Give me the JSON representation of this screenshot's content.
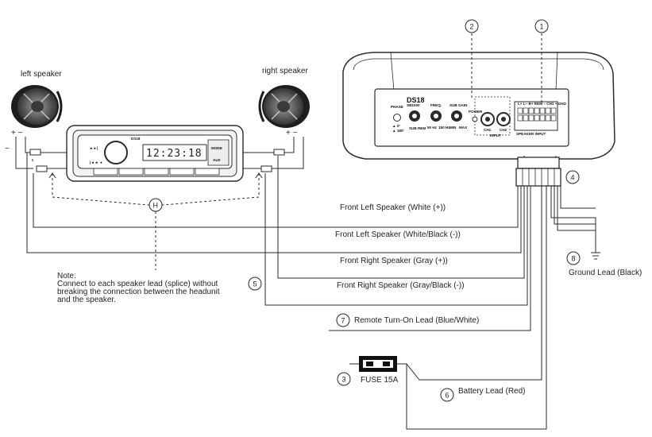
{
  "speakers": {
    "left_label": "left speaker",
    "right_label": "right speaker",
    "plus_minus": "+ −",
    "minus": "−"
  },
  "headunit": {
    "brand": "DS18",
    "clock": "12:23:18",
    "button_labels": [
      "►►|",
      "|◄◄",
      "●"
    ],
    "side_labels": [
      "MODE",
      "AUX"
    ]
  },
  "amplifier": {
    "brand": "DS18",
    "model": "SB1000",
    "controls": [
      "PHASE",
      "SUB REM",
      "FREQ.",
      "SUB GAIN",
      "POWER"
    ],
    "phase_values": [
      "▲ 0°",
      "▲ 180°"
    ],
    "freq_values": [
      "50 Hz",
      "150 Hz"
    ],
    "gain_values": [
      "MIN",
      "MAX"
    ],
    "input_labels": [
      "CH1",
      "CH2",
      "INPUT"
    ],
    "speaker_input_label": "SPEAKER INPUT",
    "connector_header": "L+ L− B+ REM − CH1 + GND"
  },
  "markers": {
    "h": "H",
    "callouts": [
      "1",
      "2",
      "3",
      "4",
      "5",
      "6",
      "7",
      "8"
    ]
  },
  "wires": {
    "front_left_pos": "Front Left Speaker (White (+))",
    "front_left_neg": "Front Left Speaker (White/Black (-))",
    "front_right_pos": "Front Right Speaker (Gray (+))",
    "front_right_neg": "Front Right Speaker (Gray/Black (-))",
    "remote": "Remote Turn-On Lead (Blue/White)",
    "battery": "Battery Lead (Red)",
    "ground": "Ground Lead (Black)",
    "fuse": "FUSE 15A"
  },
  "note": {
    "title": "Note:",
    "lines": [
      "Connect to each speaker lead (splice) without",
      "breaking the connection between the headunit",
      "and the speaker."
    ]
  },
  "colors": {
    "line": "#2b2b2b",
    "speaker_cone": "#6e6e6e",
    "speaker_dark": "#1e1e1e",
    "fuse": "#111111"
  }
}
